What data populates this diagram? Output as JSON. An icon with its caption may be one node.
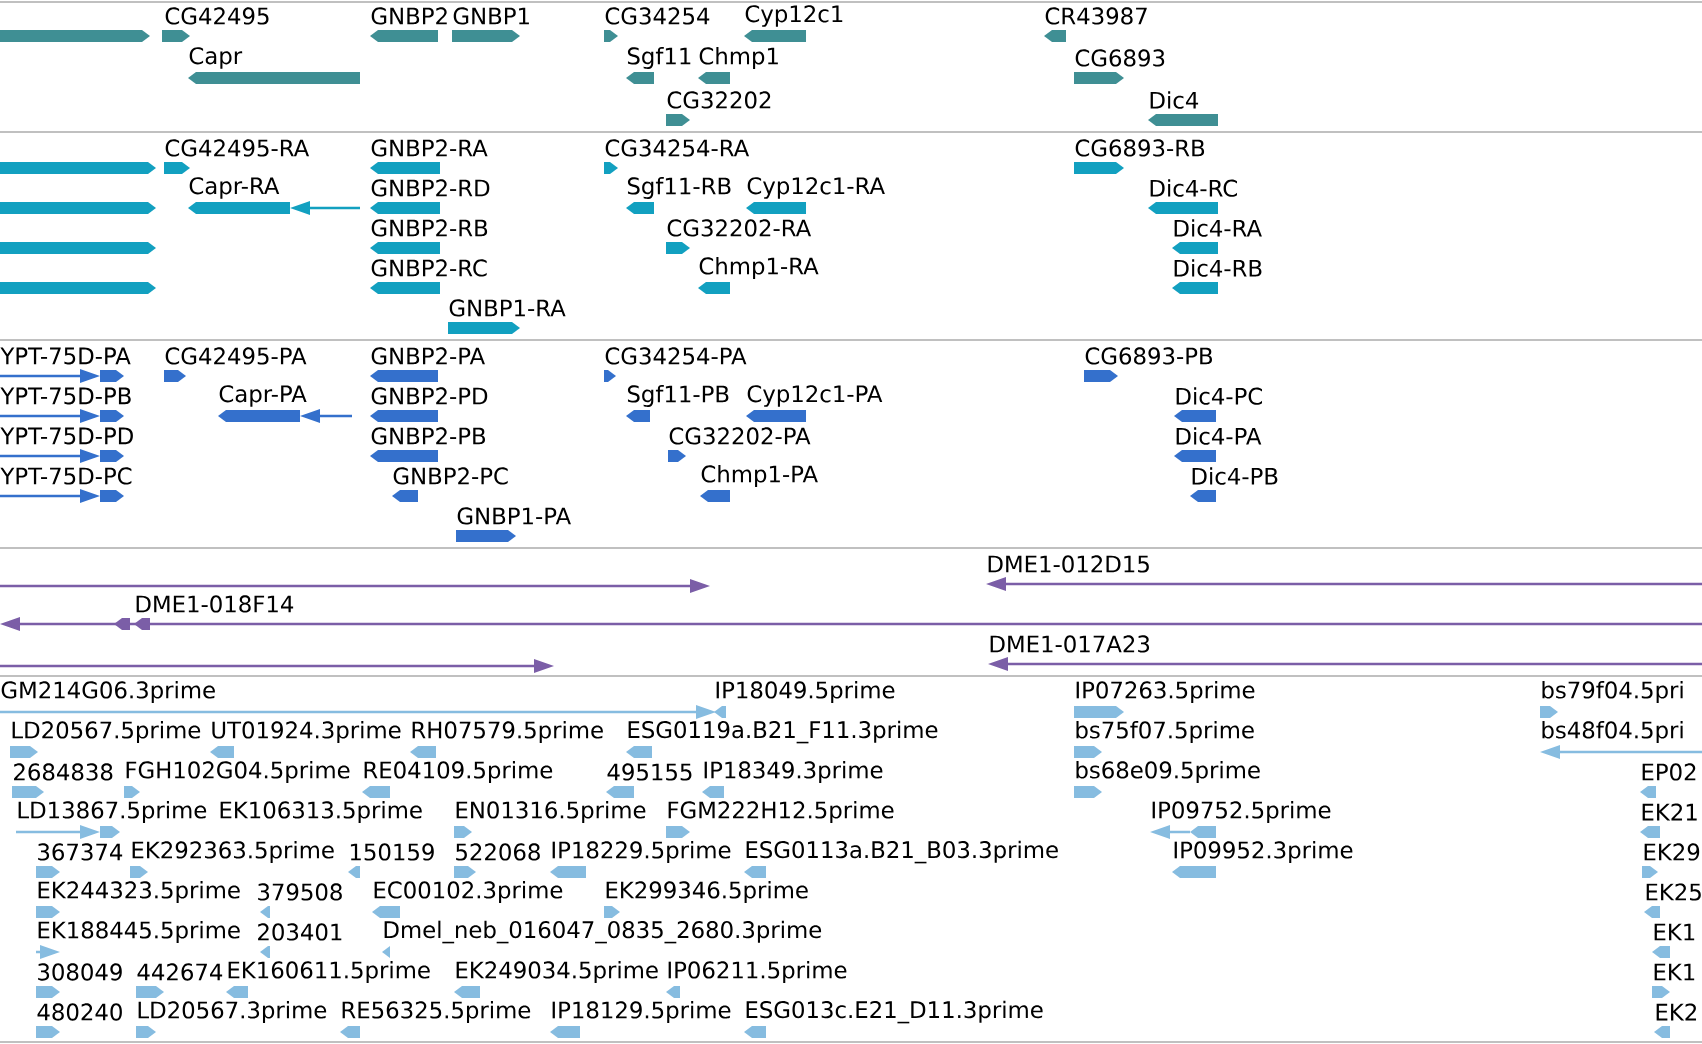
{
  "diagram": {
    "labels": [
      "CG42495",
      "GNBP2",
      "GNBP1",
      "CG34254",
      "Cyp12c1",
      "CR43987",
      "Capr",
      "Sgf11",
      "Chmp1",
      "CG6893",
      "CG32202",
      "Dic4",
      "CG42495-RA",
      "GNBP2-RA",
      "CG34254-RA",
      "CG6893-RB",
      "Capr-RA",
      "GNBP2-RD",
      "Sgf11-RB",
      "Cyp12c1-RA",
      "Dic4-RC",
      "GNBP2-RB",
      "CG32202-RA",
      "Dic4-RA",
      "GNBP2-RC",
      "Chmp1-RA",
      "Dic4-RB",
      "GNBP1-RA",
      "YPT-75D-PA",
      "CG42495-PA",
      "GNBP2-PA",
      "CG34254-PA",
      "CG6893-PB",
      "YPT-75D-PB",
      "Capr-PA",
      "GNBP2-PD",
      "Sgf11-PB",
      "Cyp12c1-PA",
      "Dic4-PC",
      "YPT-75D-PD",
      "GNBP2-PB",
      "CG32202-PA",
      "Dic4-PA",
      "YPT-75D-PC",
      "GNBP2-PC",
      "Chmp1-PA",
      "Dic4-PB",
      "GNBP1-PA",
      "DME1-012D15",
      "DME1-018F14",
      "DME1-017A23",
      "GM214G06.3prime",
      "IP18049.5prime",
      "IP07263.5prime",
      "bs79f04.5pri",
      "LD20567.5prime",
      "UT01924.3prime",
      "RH07579.5prime",
      "ESG0119a.B21_F11.3prime",
      "bs75f07.5prime",
      "bs48f04.5pri",
      "2684838",
      "FGH102G04.5prime",
      "RE04109.5prime",
      "495155",
      "IP18349.3prime",
      "bs68e09.5prime",
      "EP02",
      "LD13867.5prime",
      "EK106313.5prime",
      "EN01316.5prime",
      "FGM222H12.5prime",
      "IP09752.5prime",
      "EK21",
      "367374",
      "EK292363.5prime",
      "150159",
      "522068",
      "IP18229.5prime",
      "ESG0113a.B21_B03.3prime",
      "IP09952.3prime",
      "EK29",
      "EK244323.5prime",
      "379508",
      "EC00102.3prime",
      "EK299346.5prime",
      "EK25",
      "EK188445.5prime",
      "203401",
      "Dmel_neb_016047_0835_2680.3prime",
      "EK1",
      "308049",
      "442674",
      "EK160611.5prime",
      "EK249034.5prime",
      "IP06211.5prime",
      "EK1",
      "480240",
      "LD20567.3prime",
      "RE56325.5prime",
      "IP18129.5prime",
      "ESG013c.E21_D11.3prime",
      "EK2"
    ]
  }
}
